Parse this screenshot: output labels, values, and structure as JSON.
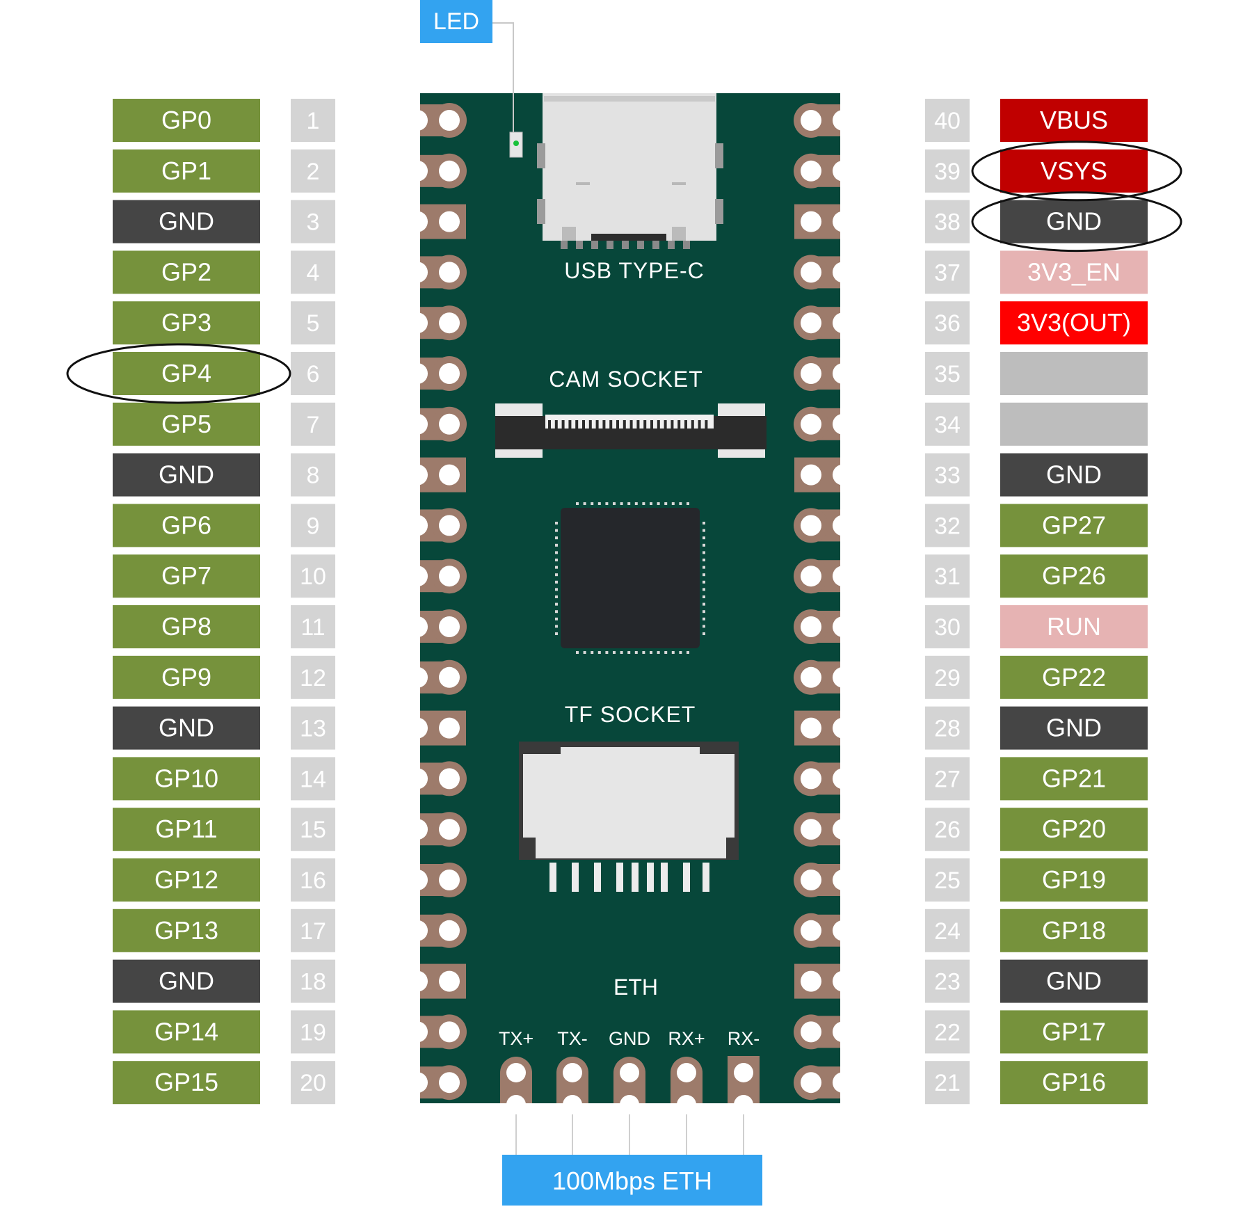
{
  "colors": {
    "gpio": "#76923c",
    "gnd": "#454545",
    "pinnum": "#d4d4d4",
    "vbus": "#c00000",
    "enable": "#e6b3b3",
    "out3v3": "#ff0000",
    "empty": "#bdbdbd",
    "pcb": "#07473a",
    "pad": "#9d7b6b",
    "callout": "#33a3f0"
  },
  "left_pins": [
    {
      "num": "1",
      "label": "GP0",
      "kind": "gpio"
    },
    {
      "num": "2",
      "label": "GP1",
      "kind": "gpio"
    },
    {
      "num": "3",
      "label": "GND",
      "kind": "gnd"
    },
    {
      "num": "4",
      "label": "GP2",
      "kind": "gpio"
    },
    {
      "num": "5",
      "label": "GP3",
      "kind": "gpio"
    },
    {
      "num": "6",
      "label": "GP4",
      "kind": "gpio",
      "circled": true
    },
    {
      "num": "7",
      "label": "GP5",
      "kind": "gpio"
    },
    {
      "num": "8",
      "label": "GND",
      "kind": "gnd"
    },
    {
      "num": "9",
      "label": "GP6",
      "kind": "gpio"
    },
    {
      "num": "10",
      "label": "GP7",
      "kind": "gpio"
    },
    {
      "num": "11",
      "label": "GP8",
      "kind": "gpio"
    },
    {
      "num": "12",
      "label": "GP9",
      "kind": "gpio"
    },
    {
      "num": "13",
      "label": "GND",
      "kind": "gnd"
    },
    {
      "num": "14",
      "label": "GP10",
      "kind": "gpio"
    },
    {
      "num": "15",
      "label": "GP11",
      "kind": "gpio"
    },
    {
      "num": "16",
      "label": "GP12",
      "kind": "gpio"
    },
    {
      "num": "17",
      "label": "GP13",
      "kind": "gpio"
    },
    {
      "num": "18",
      "label": "GND",
      "kind": "gnd"
    },
    {
      "num": "19",
      "label": "GP14",
      "kind": "gpio"
    },
    {
      "num": "20",
      "label": "GP15",
      "kind": "gpio"
    }
  ],
  "right_pins": [
    {
      "num": "40",
      "label": "VBUS",
      "kind": "vbus"
    },
    {
      "num": "39",
      "label": "VSYS",
      "kind": "vbus",
      "circled": true
    },
    {
      "num": "38",
      "label": "GND",
      "kind": "gnd",
      "circled": true
    },
    {
      "num": "37",
      "label": "3V3_EN",
      "kind": "enable"
    },
    {
      "num": "36",
      "label": "3V3(OUT)",
      "kind": "out3v3"
    },
    {
      "num": "35",
      "label": "",
      "kind": "empty"
    },
    {
      "num": "34",
      "label": "",
      "kind": "empty"
    },
    {
      "num": "33",
      "label": "GND",
      "kind": "gnd"
    },
    {
      "num": "32",
      "label": "GP27",
      "kind": "gpio"
    },
    {
      "num": "31",
      "label": "GP26",
      "kind": "gpio"
    },
    {
      "num": "30",
      "label": "RUN",
      "kind": "enable"
    },
    {
      "num": "29",
      "label": "GP22",
      "kind": "gpio"
    },
    {
      "num": "28",
      "label": "GND",
      "kind": "gnd"
    },
    {
      "num": "27",
      "label": "GP21",
      "kind": "gpio"
    },
    {
      "num": "26",
      "label": "GP20",
      "kind": "gpio"
    },
    {
      "num": "25",
      "label": "GP19",
      "kind": "gpio"
    },
    {
      "num": "24",
      "label": "GP18",
      "kind": "gpio"
    },
    {
      "num": "23",
      "label": "GND",
      "kind": "gnd"
    },
    {
      "num": "22",
      "label": "GP17",
      "kind": "gpio"
    },
    {
      "num": "21",
      "label": "GP16",
      "kind": "gpio"
    }
  ],
  "board": {
    "led_label": "LED",
    "usb_label": "USB TYPE-C",
    "cam_label": "CAM SOCKET",
    "tf_label": "TF SOCKET",
    "eth_label": "ETH",
    "eth_pins": [
      "TX+",
      "TX-",
      "GND",
      "RX+",
      "RX-"
    ],
    "eth_callout": "100Mbps ETH"
  }
}
